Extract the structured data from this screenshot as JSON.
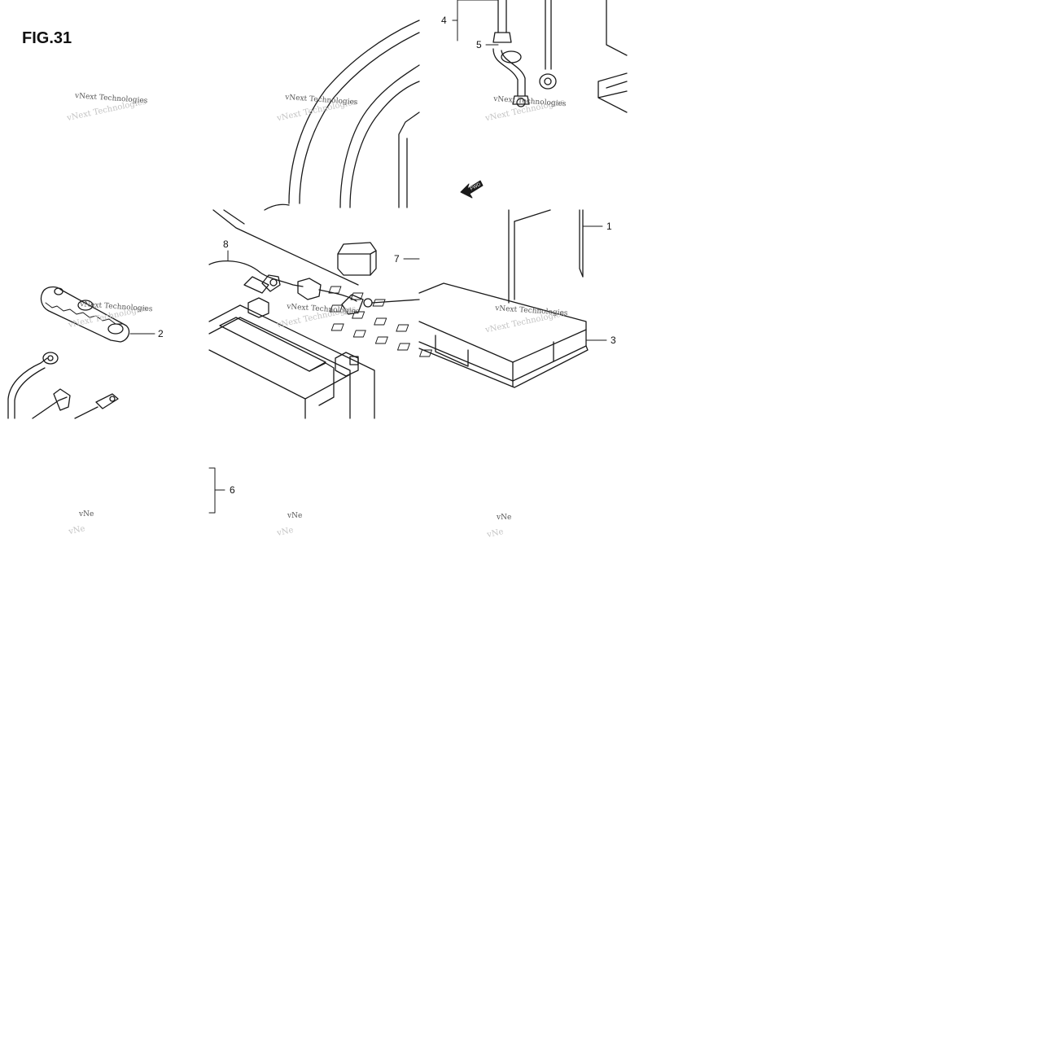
{
  "figure": {
    "title": "FIG.31",
    "fwd_label": "FWD",
    "watermark": "vNext Technologies",
    "watermark_cut": "vNe"
  },
  "callouts": [
    {
      "id": "1",
      "text": "1"
    },
    {
      "id": "2",
      "text": "2"
    },
    {
      "id": "3",
      "text": "3"
    },
    {
      "id": "4",
      "text": "4"
    },
    {
      "id": "5",
      "text": "5"
    },
    {
      "id": "6",
      "text": "6"
    },
    {
      "id": "7",
      "text": "7"
    },
    {
      "id": "8",
      "text": "8"
    }
  ],
  "colors": {
    "line": "#1a1a1a",
    "watermark": "#555555",
    "watermark_ghost": "#c4c4c4",
    "background": "#ffffff"
  }
}
